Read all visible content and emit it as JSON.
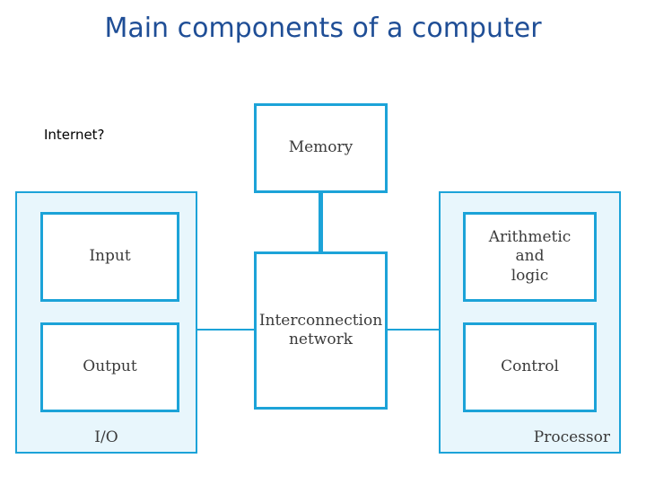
{
  "slide": {
    "title": "Main components of a computer",
    "annotation": "Internet?"
  },
  "diagram": {
    "type": "block-diagram",
    "panels": [
      {
        "id": "io",
        "caption": "I/O"
      },
      {
        "id": "processor",
        "caption": "Processor"
      }
    ],
    "boxes": [
      {
        "id": "input",
        "label": "Input"
      },
      {
        "id": "output",
        "label": "Output"
      },
      {
        "id": "memory",
        "label": "Memory"
      },
      {
        "id": "interconnection",
        "label_line1": "Interconnection",
        "label_line2": "network"
      },
      {
        "id": "alu",
        "label_line1": "Arithmetic",
        "label_line2": "and",
        "label_line3": "logic"
      },
      {
        "id": "control",
        "label": "Control"
      }
    ],
    "connections": [
      {
        "from": "memory",
        "to": "interconnection"
      },
      {
        "from": "io",
        "to": "interconnection"
      },
      {
        "from": "interconnection",
        "to": "processor"
      }
    ]
  },
  "colors": {
    "title": "#1f4e96",
    "accent": "#1ca3d8",
    "panel_fill": "#e8f6fc",
    "box_fill": "#ffffff",
    "text": "#3b3b3b"
  }
}
